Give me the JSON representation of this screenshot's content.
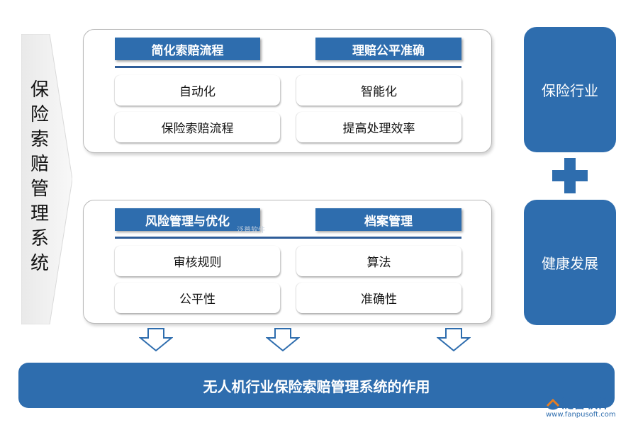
{
  "side_title": "保险索赔管理系统",
  "top_panel": {
    "headers": [
      "简化索赔流程",
      "理赔公平准确"
    ],
    "cells": [
      "自动化",
      "智能化",
      "保险索赔流程",
      "提高处理效率"
    ]
  },
  "bottom_panel": {
    "headers": [
      "风险管理与优化",
      "档案管理"
    ],
    "cells": [
      "审核规则",
      "算法",
      "公平性",
      "准确性"
    ]
  },
  "right": {
    "top": "保险行业",
    "bottom": "健康发展"
  },
  "bottom_bar": "无人机行业保险索赔管理系统的作用",
  "logo": {
    "name": "泛普软件",
    "url": "www.fanpusoft.com"
  },
  "watermark": "泛普软件",
  "colors": {
    "primary": "#2e6dae",
    "rule": "#2e5d99",
    "arrow_outline": "#2e6dae"
  }
}
